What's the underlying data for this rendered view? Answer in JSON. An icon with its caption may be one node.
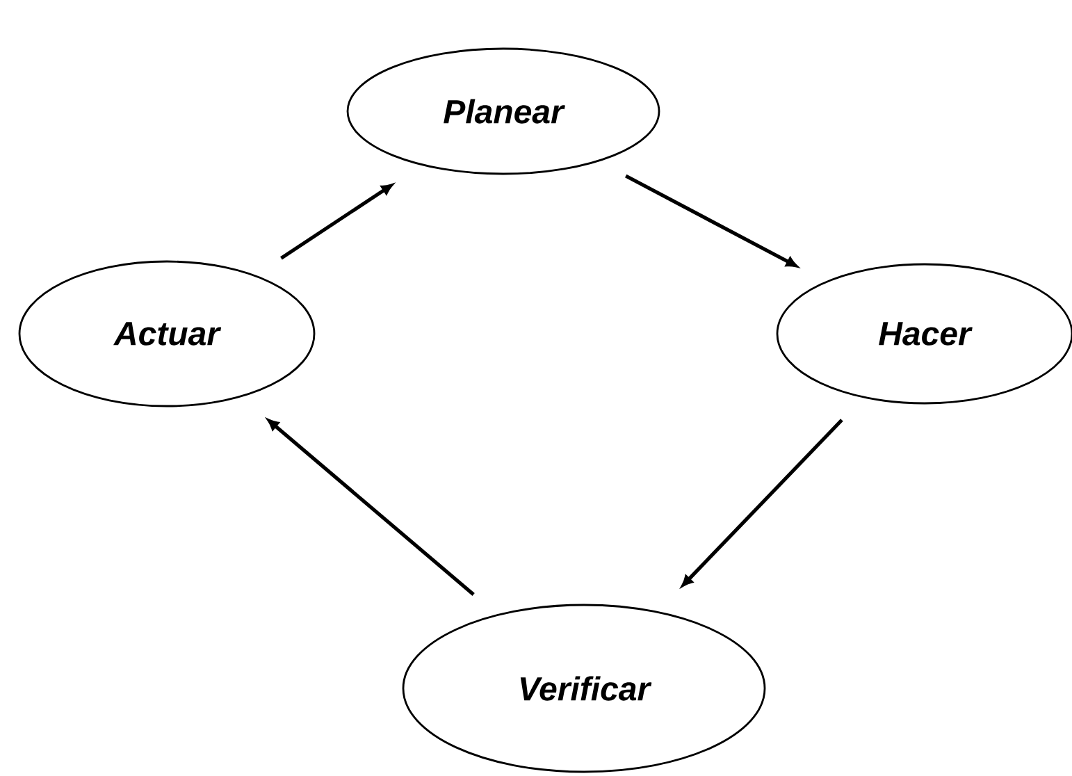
{
  "diagram": {
    "nodes": [
      {
        "text": [
          "Planear"
        ]
      },
      {
        "text": [
          "Hacer"
        ]
      },
      {
        "text": [
          "Verificar"
        ]
      },
      {
        "text": [
          "Actuar"
        ]
      }
    ],
    "edges": [
      {
        "from": 0,
        "to": 1,
        "arrow": "to"
      },
      {
        "from": 1,
        "to": 2,
        "arrow": "to"
      },
      {
        "from": 2,
        "to": 3,
        "arrow": "to"
      },
      {
        "from": 3,
        "to": 0,
        "arrow": "to"
      }
    ]
  }
}
